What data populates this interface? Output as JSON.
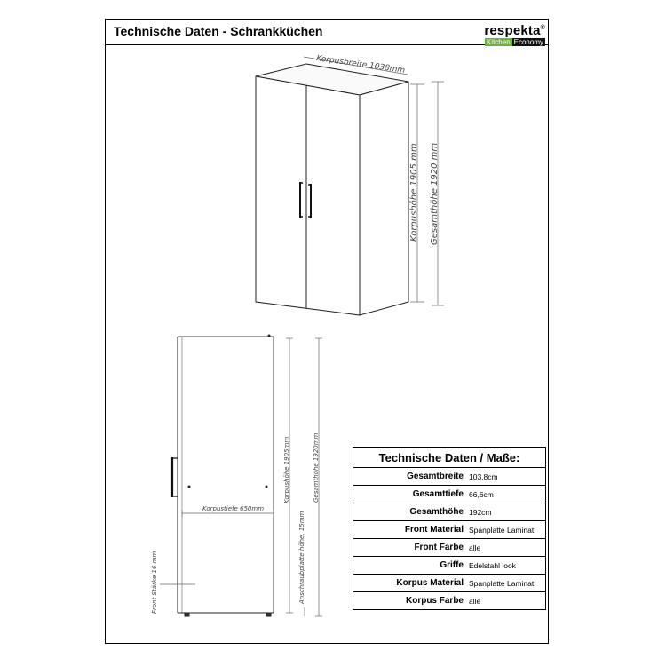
{
  "header": {
    "title": "Technische Daten - Schrankküchen",
    "brand": "respekta",
    "brand_mark": "®",
    "brand_kitchen": "Kitchen",
    "brand_economy": "Economy"
  },
  "drawing": {
    "front_width_label": "Korpusbreite 1038mm",
    "front_body_height_label": "Korpushöhe 1905 mm",
    "front_total_height_label": "Gesamthöhe 1920 mm",
    "side_depth_label": "Korpustiefe 650mm",
    "side_body_height_label": "Korpushöhe 1905mm",
    "side_total_height_label": "Gesamthöhe 1920mm",
    "side_plinth_label": "Anschraubplatte höhe, 15mm",
    "side_front_thickness_label": "Front Stärke 16 mm"
  },
  "spec_table": {
    "heading": "Technische Daten / Maße:",
    "rows": [
      {
        "label": "Gesamtbreite",
        "value": "103,8cm"
      },
      {
        "label": "Gesamttiefe",
        "value": "66,6cm"
      },
      {
        "label": "Gesamthöhe",
        "value": "192cm"
      },
      {
        "label": "Front Material",
        "value": "Spanplatte Laminat"
      },
      {
        "label": "Front Farbe",
        "value": "alle"
      },
      {
        "label": "Griffe",
        "value": "Edelstahl look"
      },
      {
        "label": "Korpus Material",
        "value": "Spanplatte Laminat"
      },
      {
        "label": "Korpus Farbe",
        "value": "alle"
      }
    ]
  }
}
